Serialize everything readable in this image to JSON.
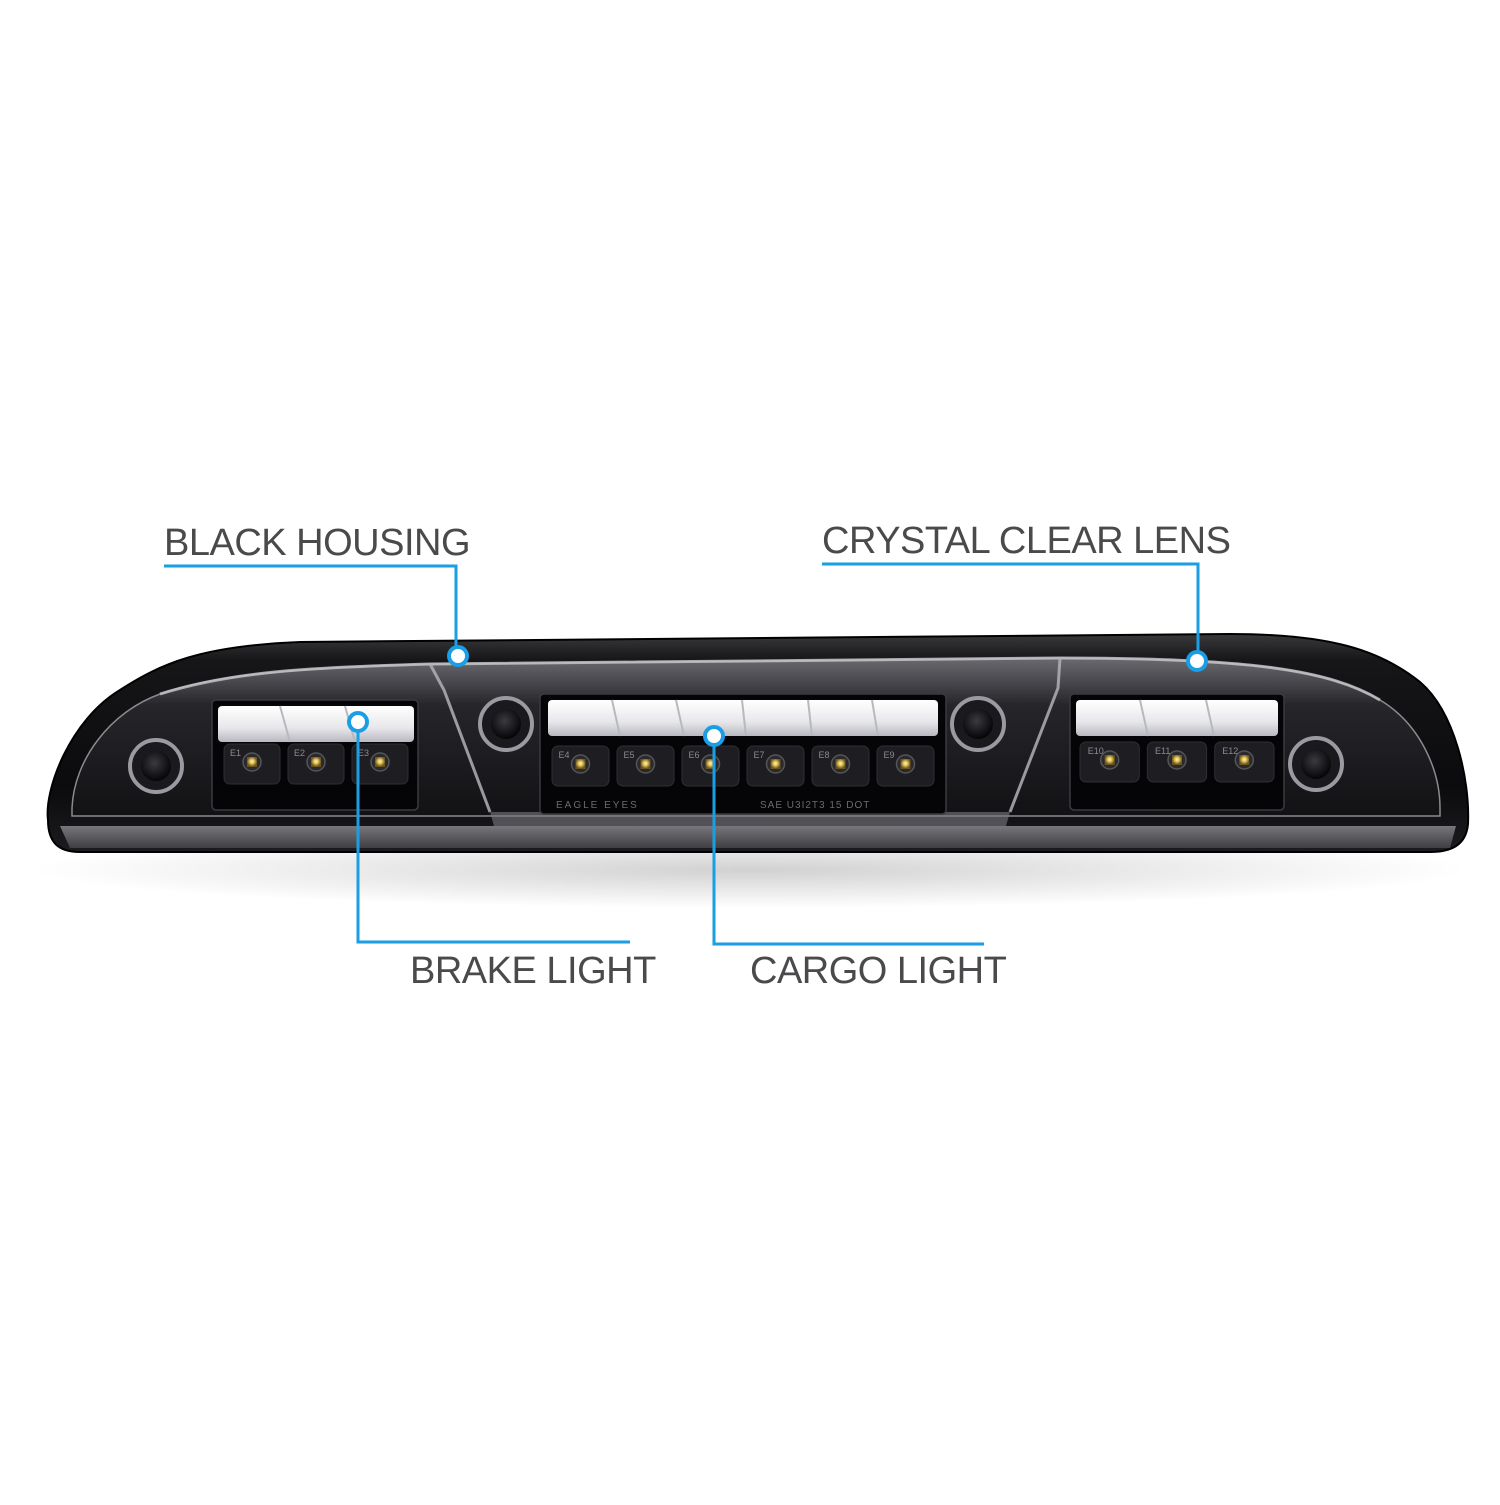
{
  "callouts": {
    "black_housing": "BLACK HOUSING",
    "crystal_clear_lens": "CRYSTAL CLEAR LENS",
    "brake_light": "BRAKE LIGHT",
    "cargo_light": "CARGO LIGHT"
  },
  "led_markings": {
    "brake_left": [
      "E1",
      "E2",
      "E3"
    ],
    "cargo": [
      "E4",
      "E5",
      "E6",
      "E7",
      "E8",
      "E9"
    ],
    "brake_right": [
      "E10",
      "E11",
      "E12"
    ]
  },
  "lens_text": {
    "left": "EAGLE EYES",
    "right": "SAE U3I2T3 15 DOT"
  },
  "colors": {
    "accent": "#1a9ee6",
    "label_text": "#4a4a4c",
    "housing": "#0d0d0f",
    "background": "#ffffff"
  }
}
